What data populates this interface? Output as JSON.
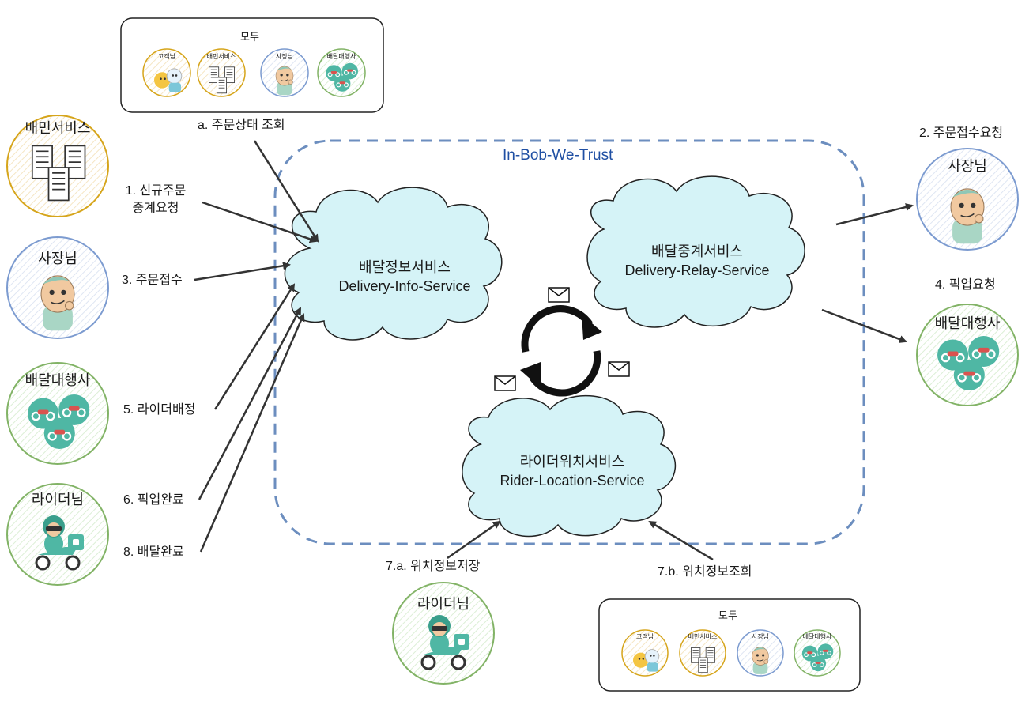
{
  "top_box": {
    "title": "모두"
  },
  "bottom_box": {
    "title": "모두"
  },
  "mini_labels": {
    "customer": "고객님",
    "baemin": "배민서비스",
    "owner": "사장님",
    "delivery": "배달대행사"
  },
  "boundary": {
    "title": "In-Bob-We-Trust"
  },
  "services": {
    "info": {
      "ko": "배달정보서비스",
      "en": "Delivery-Info-Service"
    },
    "relay": {
      "ko": "배달중계서비스",
      "en": "Delivery-Relay-Service"
    },
    "rider": {
      "ko": "라이더위치서비스",
      "en": "Rider-Location-Service"
    }
  },
  "actors": {
    "baemin": "배민서비스",
    "owner_left": "사장님",
    "delivery_left": "배달대행사",
    "rider_left": "라이더님",
    "owner_right": "사장님",
    "delivery_right": "배달대행사",
    "rider_bottom": "라이더님"
  },
  "flows": {
    "a": "a. 주문상태 조회",
    "f1_line1": "1. 신규주문",
    "f1_line2": "중계요청",
    "f2": "2. 주문접수요청",
    "f3": "3. 주문접수",
    "f4": "4. 픽업요청",
    "f5": "5. 라이더배정",
    "f6": "6. 픽업완료",
    "f8": "8. 배달완료",
    "f7a": "7.a. 위치정보저장",
    "f7b": "7.b. 위치정보조회"
  },
  "colors": {
    "boundary": "#6c8ebf",
    "cloud_fill": "#d5f3f7",
    "orange": "#d6a51b",
    "blue": "#7c9bd0",
    "green": "#82b366",
    "teal": "#4fb7a4"
  }
}
